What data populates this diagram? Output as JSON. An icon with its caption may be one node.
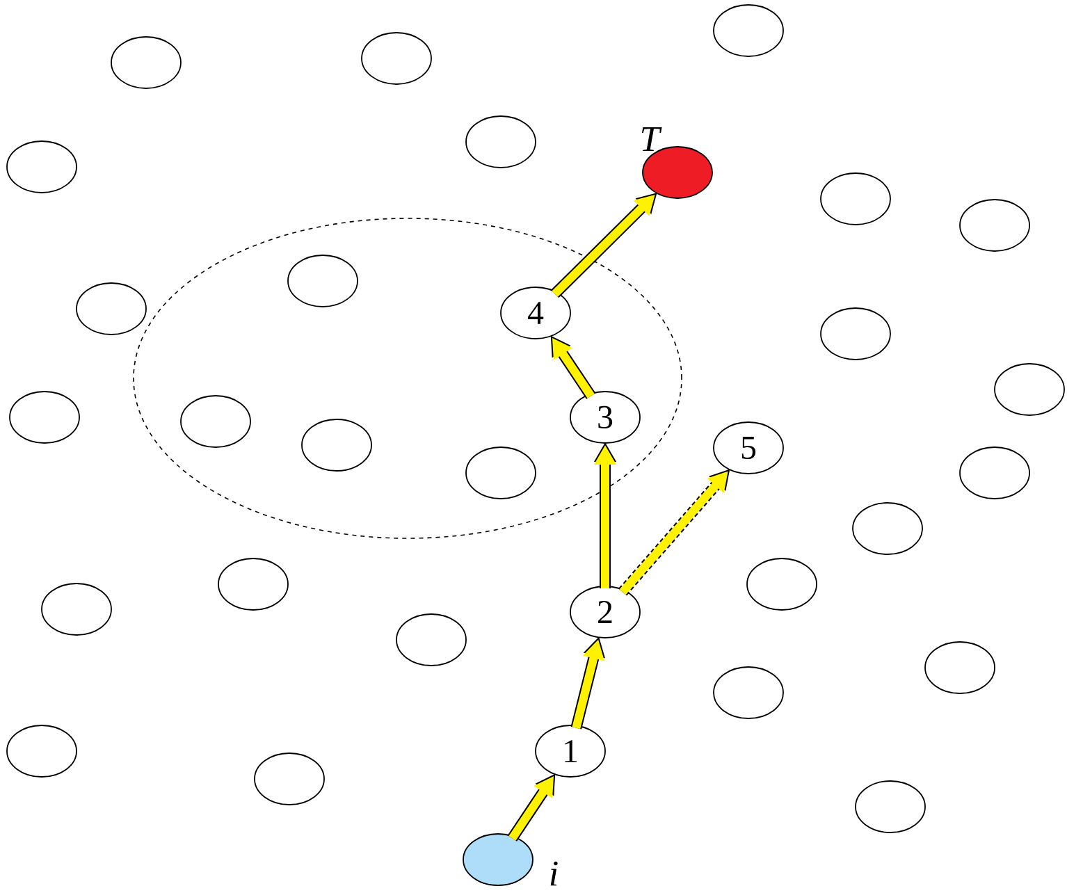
{
  "diagram": {
    "nodes": [
      {
        "text": [
          "1"
        ]
      },
      {
        "text": [
          "2"
        ]
      },
      {
        "text": [
          "3"
        ]
      },
      {
        "text": [
          "4"
        ]
      },
      {
        "text": [
          "5"
        ]
      },
      {
        "text": [],
        "shape": "circle",
        "beside": [
          "T"
        ]
      },
      {
        "text": [],
        "shape": "circle",
        "beside": [
          "i"
        ]
      },
      {
        "text": [],
        "shape": "circle"
      },
      {
        "text": [],
        "shape": "circle"
      },
      {
        "text": [],
        "shape": "circle"
      },
      {
        "text": [],
        "shape": "circle"
      },
      {
        "text": [],
        "shape": "circle"
      },
      {
        "text": [],
        "shape": "circle"
      },
      {
        "text": [],
        "shape": "circle"
      },
      {
        "text": [],
        "shape": "circle"
      },
      {
        "text": [],
        "shape": "circle"
      },
      {
        "text": [],
        "shape": "circle"
      },
      {
        "text": [],
        "shape": "circle"
      },
      {
        "text": [],
        "shape": "circle"
      },
      {
        "text": [],
        "shape": "circle"
      },
      {
        "text": [],
        "shape": "circle"
      },
      {
        "text": [],
        "shape": "circle"
      },
      {
        "text": [],
        "shape": "circle"
      },
      {
        "text": [],
        "shape": "circle"
      },
      {
        "text": [],
        "shape": "circle"
      },
      {
        "text": [],
        "shape": "circle"
      },
      {
        "text": [],
        "shape": "circle"
      },
      {
        "text": [],
        "shape": "circle"
      },
      {
        "text": [],
        "shape": "circle"
      },
      {
        "text": [],
        "shape": "circle"
      },
      {
        "text": [],
        "shape": "circle"
      },
      {
        "text": [],
        "shape": "circle"
      },
      {
        "text": [],
        "shape": "circle"
      }
    ],
    "edges": [
      {
        "from": 6,
        "to": 0,
        "arrow": "to"
      },
      {
        "from": 0,
        "to": 1,
        "arrow": "to"
      },
      {
        "from": 1,
        "to": 2,
        "arrow": "to"
      },
      {
        "from": 2,
        "to": 3,
        "arrow": "to"
      },
      {
        "from": 3,
        "to": 5,
        "arrow": "to"
      },
      {
        "from": 1,
        "to": 4,
        "arrow": "to",
        "style": "dashed"
      }
    ]
  }
}
